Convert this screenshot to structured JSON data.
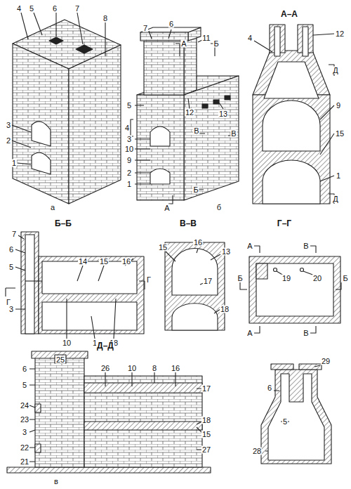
{
  "diagram": {
    "labels": [
      "4",
      "5",
      "6",
      "7",
      "8",
      "3",
      "2",
      "1",
      "а",
      "7",
      "6",
      "11",
      "А",
      "Б",
      "5",
      "4",
      "12",
      "13",
      "3",
      "В",
      "В",
      "10",
      "9",
      "2",
      "1",
      "А",
      "Б",
      "б",
      "А–А",
      "4",
      "12",
      "Д",
      "9",
      "15",
      "1",
      "Д",
      "Б–Б",
      "7",
      "6",
      "5",
      "Г",
      "Г",
      "3",
      "14",
      "15",
      "16",
      "10",
      "1",
      "18",
      "В–В",
      "15",
      "16",
      "13",
      "17",
      "18",
      "Г–Г",
      "А",
      "В",
      "Б",
      "Б",
      "19",
      "20",
      "А",
      "В",
      "Д–Д",
      "6",
      "25",
      "5",
      "26",
      "10",
      "8",
      "16",
      "17",
      "24",
      "23",
      "3",
      "18",
      "15",
      "22",
      "21",
      "27",
      "в",
      "29",
      "6",
      "5",
      "28"
    ]
  }
}
